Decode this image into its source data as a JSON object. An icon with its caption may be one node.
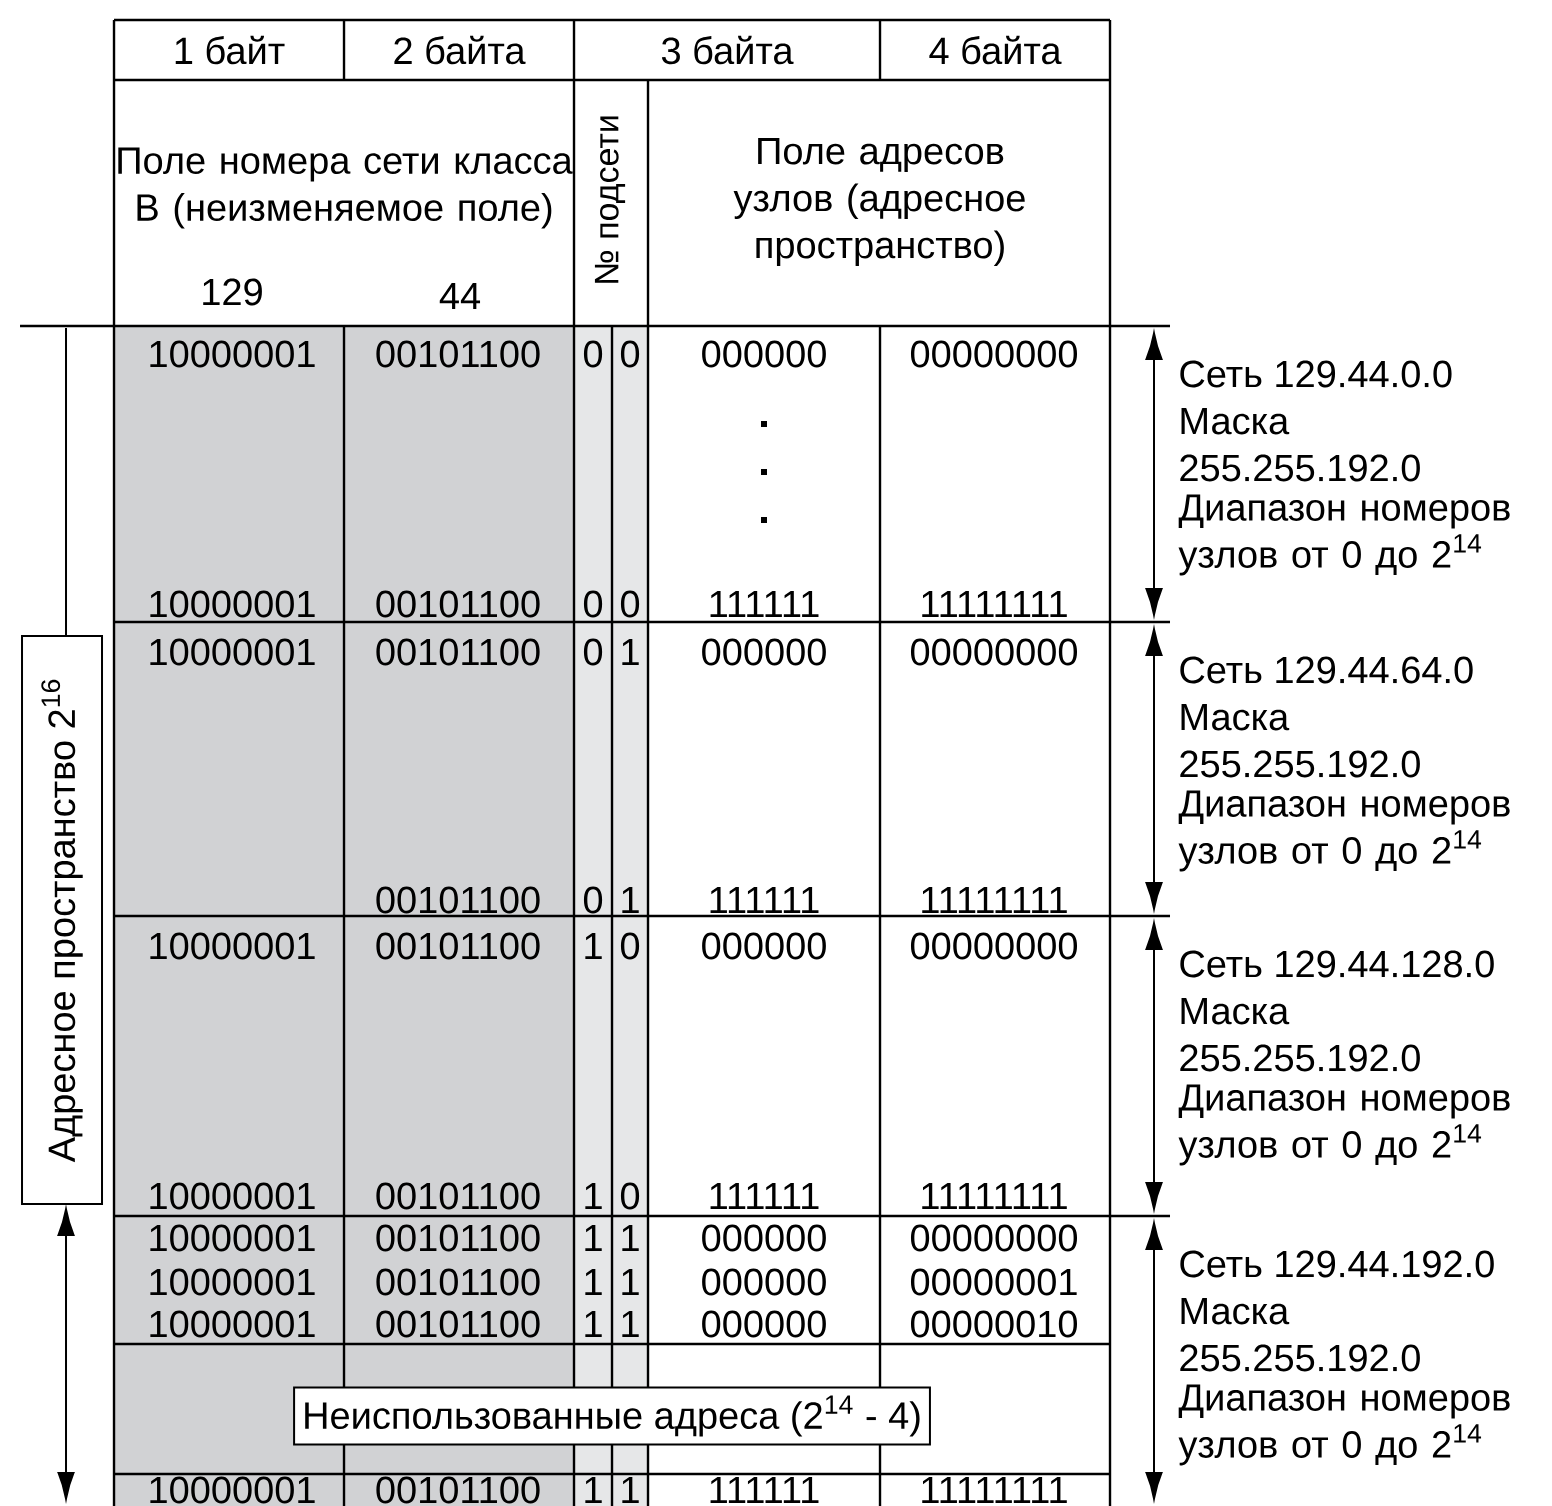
{
  "diagram": {
    "nodes": [
      {
        "text": [
          "Адресное пространство 2$^{16}$"
        ]
      },
      {
        "text": [
          "Неиспользованные адреса (2$^{14}$ - 4)"
        ]
      }
    ],
    "labels": [
      "1 байт",
      "2 байта",
      "3 байта",
      "4 байта",
      "Поле номера сети класса B (неизменяемое поле)",
      "№ подсети",
      "Поле адресов узлов (адресное пространство)",
      "129",
      "44",
      "10000001",
      "00101100",
      "0",
      "0",
      "000000",
      "00000000",
      "Сеть 129.44.0.0",
      "Маска",
      "255.255.192.0",
      "Диапазон номеров узлов от 0 до 2$^{14}$",
      "10000001",
      "00101100",
      "0",
      "0",
      "111111",
      "11111111",
      "10000001",
      "00101100",
      "0",
      "1",
      "000000",
      "00000000",
      "Сеть 129.44.64.0",
      "Маска",
      "255.255.192.0",
      "Диапазон номеров узлов от 0 до 2$^{14}$",
      "00101100",
      "0",
      "1",
      "111111",
      "11111111",
      "10000001",
      "00101100",
      "1",
      "0",
      "000000",
      "00000000",
      "Сеть 129.44.128.0",
      "Маска",
      "255.255.192.0",
      "Диапазон номеров узлов от 0 до 2$^{14}$",
      "10000001",
      "00101100",
      "1",
      "0",
      "111111",
      "11111111",
      "10000001",
      "00101100",
      "1",
      "1",
      "000000",
      "00000000",
      "Сеть 129.44.192.0",
      "Маска",
      "255.255.192.0",
      "Диапазон номеров узлов от 0 до 2$^{14}$",
      "10000001",
      "00101100",
      "1",
      "1",
      "000000",
      "00000001",
      "10000001",
      "00101100",
      "1",
      "1",
      "000000",
      "00000010",
      "10000001",
      "00101100",
      "1",
      "1",
      "111111",
      "11111111"
    ]
  }
}
